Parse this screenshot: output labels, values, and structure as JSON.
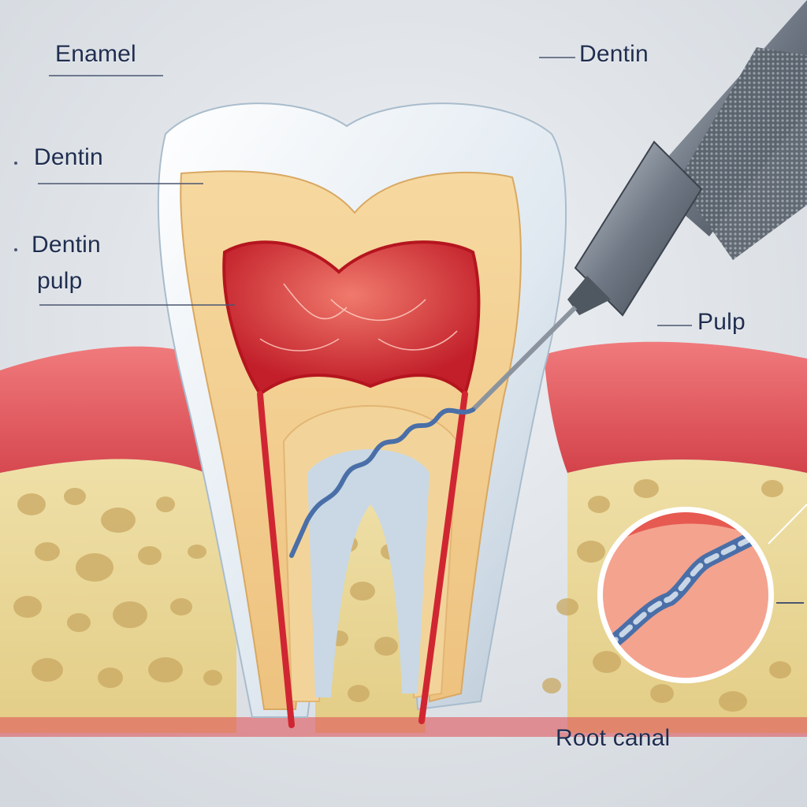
{
  "labels": {
    "enamel": "Enamel",
    "dentin_top_right": "Dentin",
    "dentin_left": "Dentin",
    "dentin_pulp_line1": "Dentin",
    "dentin_pulp_line2": "pulp",
    "pulp": "Pulp",
    "root_canal": "Root canal"
  },
  "colors": {
    "background": "#dfe3e8",
    "enamel": "#e8eef4",
    "dentin": "#f0cf92",
    "pulp": "#d8343a",
    "gum": "#e0565c",
    "bone": "#e9d79a",
    "instrument": "#7c8592",
    "label_text": "#1f2d4f"
  }
}
